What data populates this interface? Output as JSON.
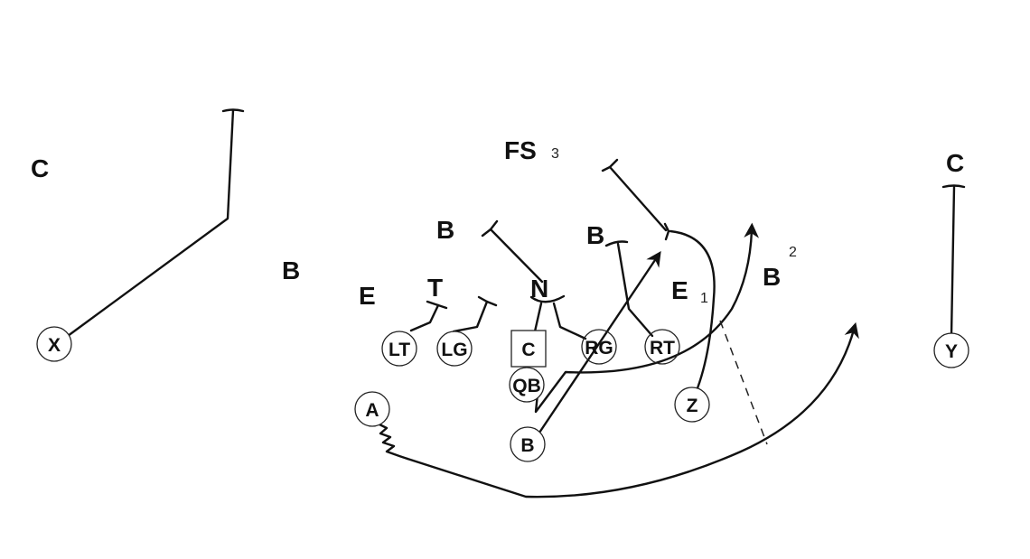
{
  "diagram": {
    "type": "football-play",
    "defense": {
      "left_corner": "C",
      "left_backer": "B",
      "left_end": "E",
      "tackle": "T",
      "nose": "N",
      "middle_backer": "B",
      "right_backer": "B",
      "free_safety": "FS",
      "free_safety_num": "3",
      "right_end": "E",
      "right_end_num": "1",
      "outside_backer": "B",
      "outside_backer_num": "2",
      "right_corner": "C"
    },
    "offense": {
      "split_end": "X",
      "left_tackle": "LT",
      "left_guard": "LG",
      "center": "C",
      "right_guard": "RG",
      "right_tackle": "RT",
      "quarterback": "QB",
      "fullback": "B",
      "halfback": "A",
      "flanker": "Z",
      "tight_end": "Y"
    },
    "colors": {
      "ink": "#111111",
      "background": "#ffffff"
    }
  }
}
